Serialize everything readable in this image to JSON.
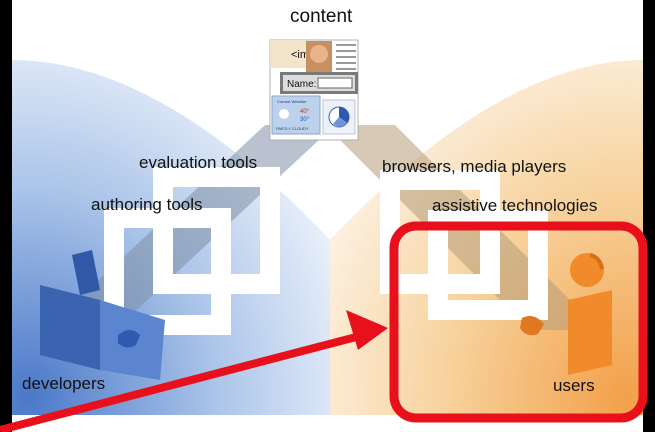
{
  "diagram": {
    "labels": {
      "content": "content",
      "evaluation_tools": "evaluation tools",
      "authoring_tools": "authoring tools",
      "browsers_media_players": "browsers, media players",
      "assistive_technologies": "assistive technologies",
      "developers": "developers",
      "users": "users"
    },
    "content_card": {
      "img_tag_text": "<img",
      "name_field_label": "Name:",
      "weather_title": "Current Weather",
      "weather_status": "PARTLY CLOUDY",
      "temp_high": "40°",
      "temp_low": "30°"
    },
    "colors": {
      "developers_side": "#3f6fc0",
      "users_side": "#f08a2a",
      "highlight": "#e8101a",
      "background": "#000000"
    }
  }
}
